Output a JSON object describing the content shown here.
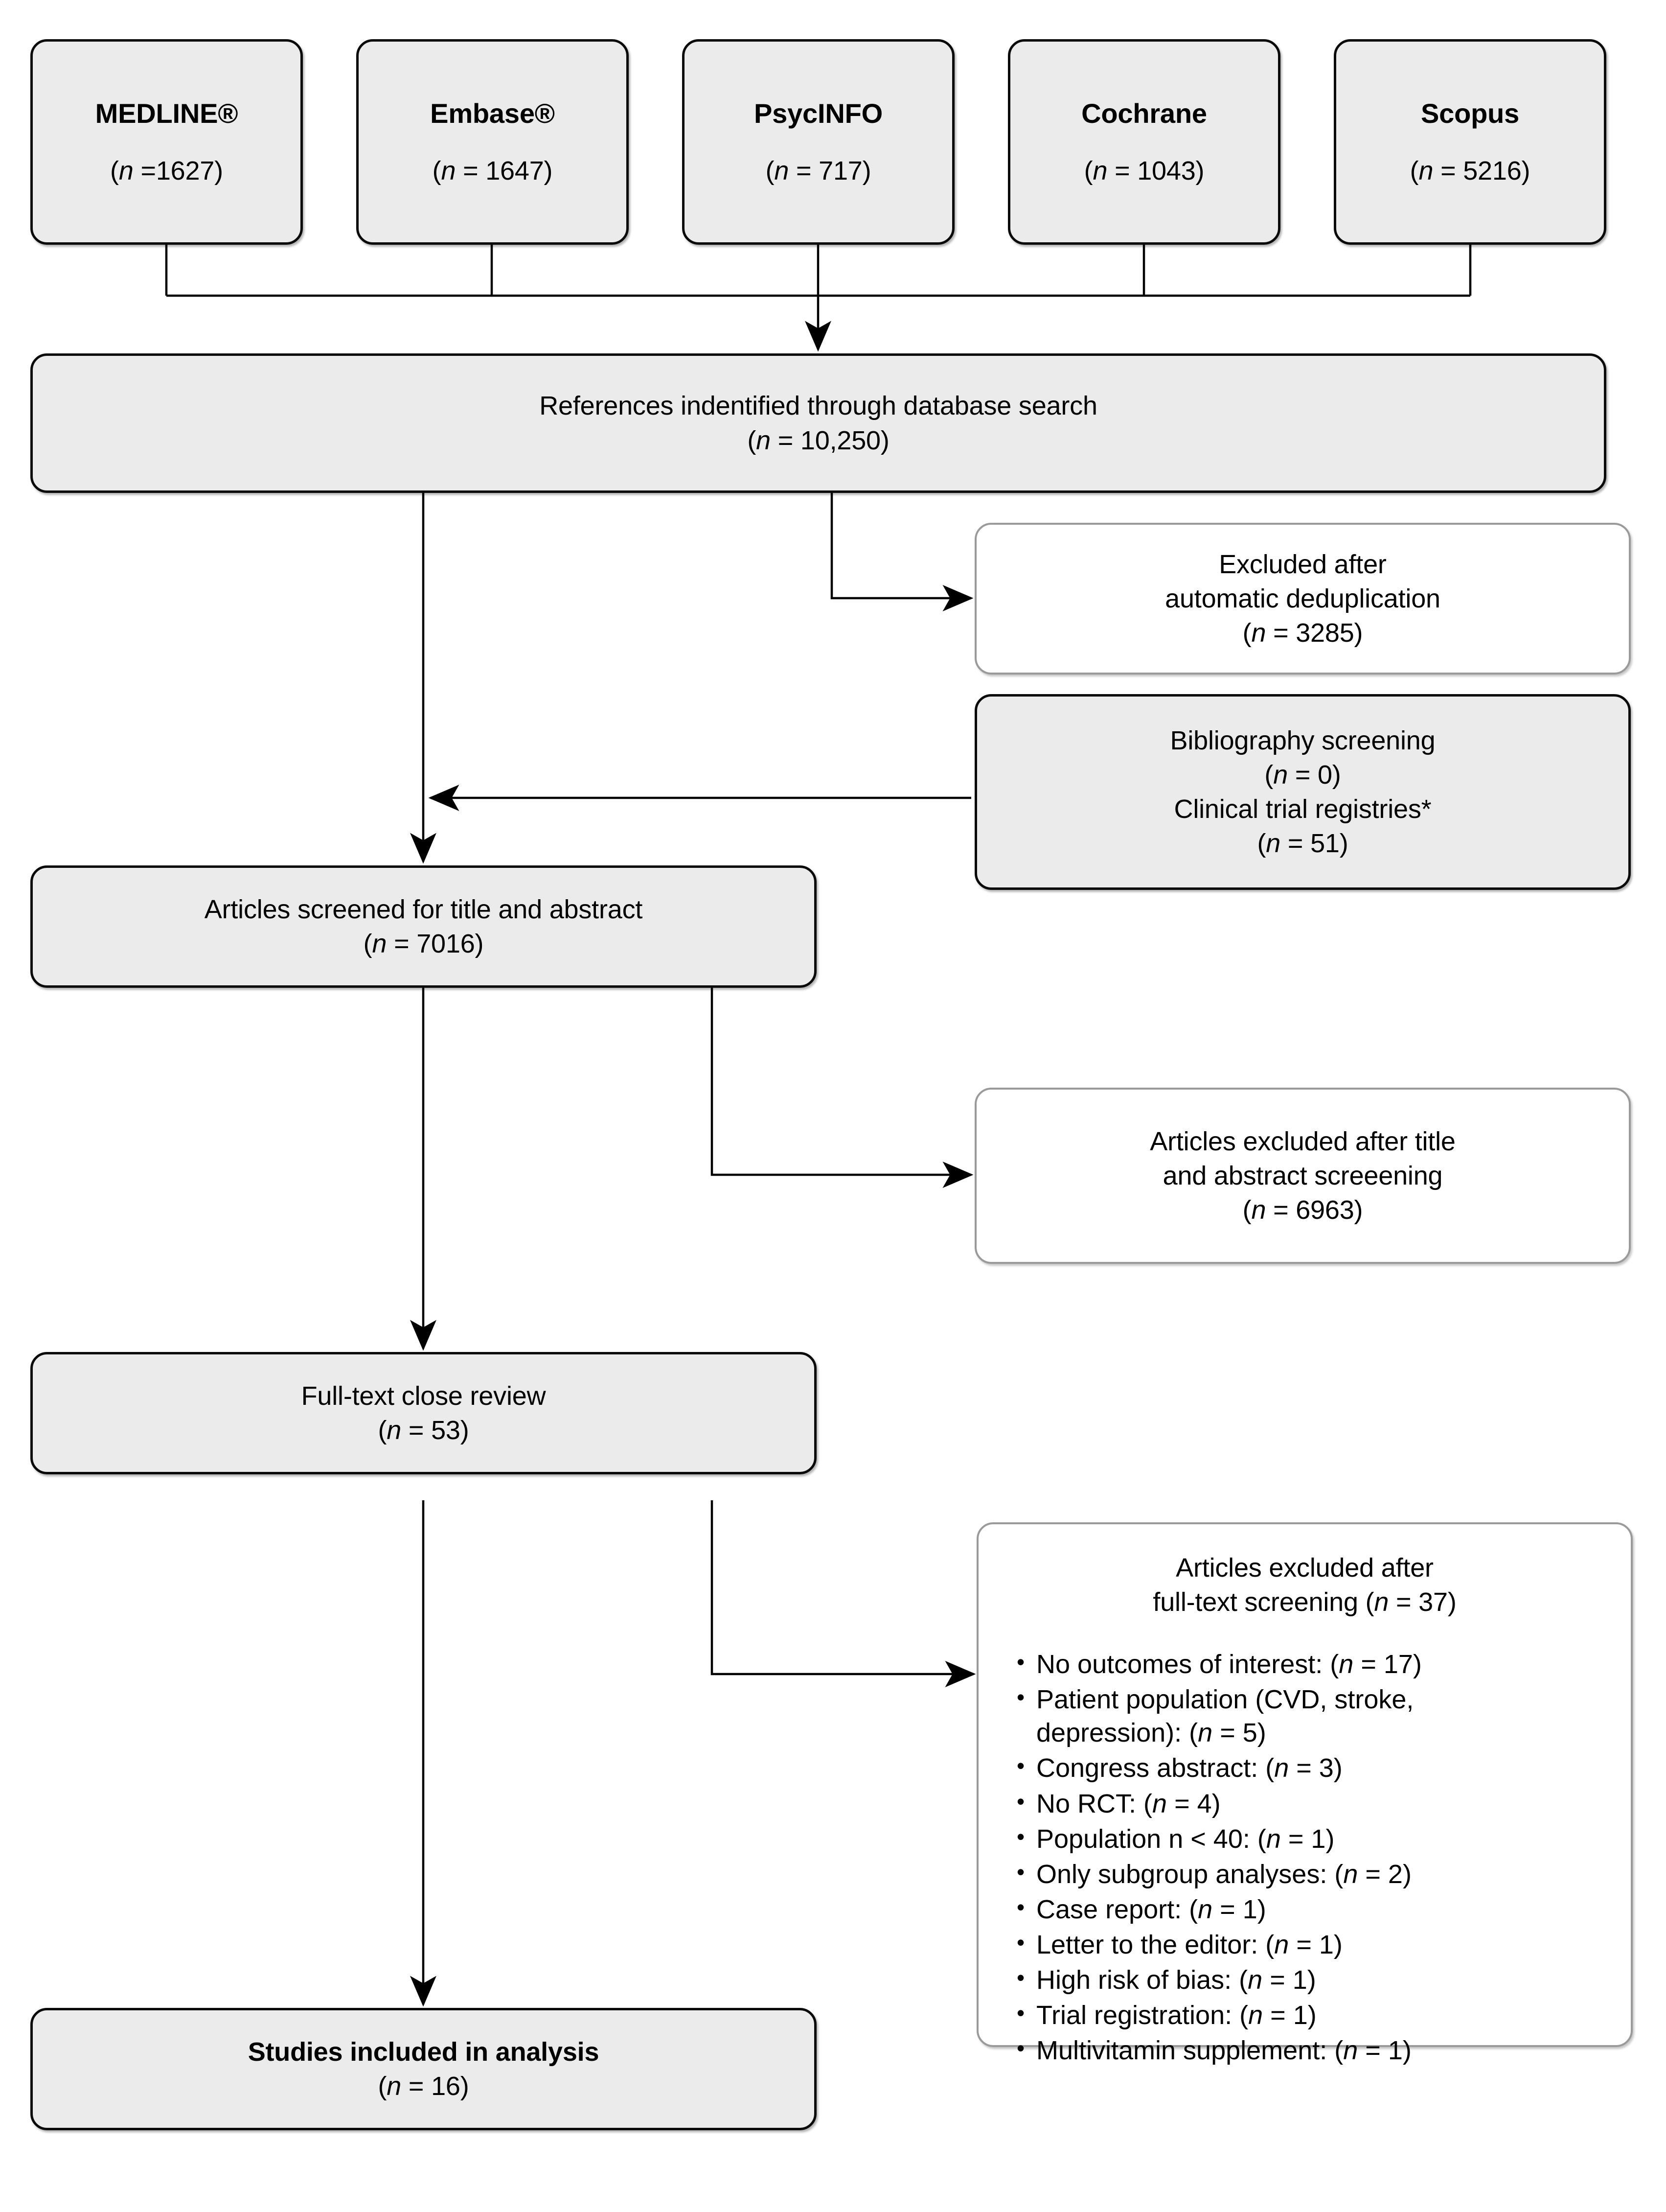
{
  "diagram": {
    "type": "prisma-flow-diagram",
    "title": "PRISMA study selection flow diagram"
  },
  "sources": [
    {
      "name": "MEDLINE®",
      "count": "(n =1627)"
    },
    {
      "name": "Embase®",
      "count": "(n = 1647)"
    },
    {
      "name": "PsycINFO",
      "count": "(n = 717)"
    },
    {
      "name": "Cochrane",
      "count": "(n = 1043)"
    },
    {
      "name": "Scopus",
      "count": "(n = 5216)"
    }
  ],
  "nodes": {
    "identified": {
      "line1": "References indentified through database search",
      "line2": "(n = 10,250)"
    },
    "dedup_excluded": {
      "line1": "Excluded after",
      "line2": "automatic deduplication",
      "line3": "(n = 3285)"
    },
    "other_sources": {
      "line1": "Bibliography screening",
      "line2": "(n = 0)",
      "line3": "Clinical trial registries*",
      "line4": "(n = 51)"
    },
    "screened": {
      "line1": "Articles screened for title and abstract",
      "line2": "(n = 7016)"
    },
    "title_abstract_excluded": {
      "line1": "Articles excluded after title",
      "line2": "and abstract screeening",
      "line3": "(n = 6963)"
    },
    "fulltext_review": {
      "line1": "Full-text close review",
      "line2": "(n = 53)"
    },
    "fulltext_excluded": {
      "head1": "Articles excluded after",
      "head2": "full-text screening (n = 37)",
      "reasons": [
        "No outcomes of interest: (n = 17)",
        "Patient population (CVD, stroke,",
        "depression): (n = 5)",
        "Congress abstract: (n = 3)",
        "No RCT: (n = 4)",
        "Population n < 40: (n = 1)",
        "Only subgroup analyses: (n = 2)",
        "Case report: (n = 1)",
        "Letter to the editor: (n = 1)",
        "High risk of bias: (n = 1)",
        "Trial registration: (n = 1)",
        "Multivitamin supplement: (n = 1)"
      ]
    },
    "included": {
      "line1": "Studies included in analysis",
      "line2": "(n = 16)"
    }
  },
  "colors": {
    "node_fill": "#ebebeb",
    "node_border": "#0a0a0a",
    "outline_border": "#9a9a9a",
    "background": "#ffffff",
    "text": "#000000"
  }
}
